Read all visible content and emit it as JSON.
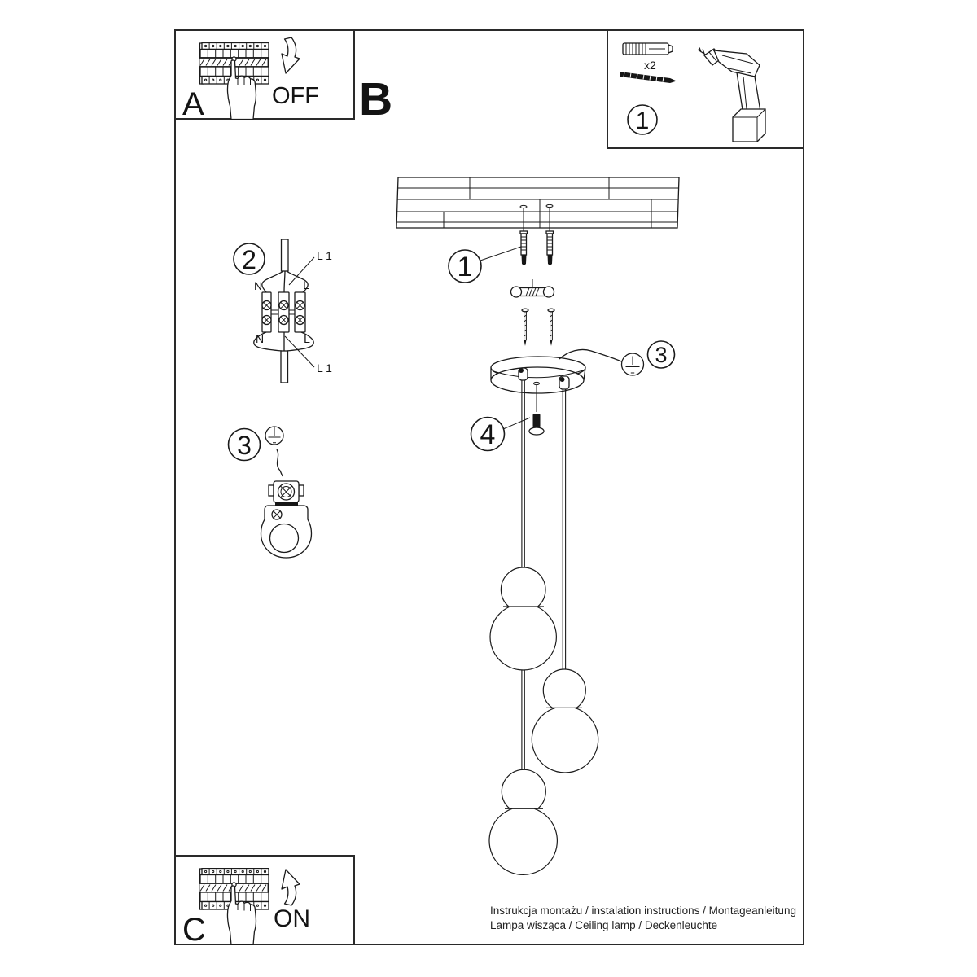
{
  "panel_a": {
    "label": "A",
    "state": "OFF"
  },
  "section_b_label": "B",
  "panel_tools": {
    "step": "1",
    "screw_count": "x2"
  },
  "wiring_step": {
    "step": "2",
    "neutral_top": "N",
    "line_top": "L",
    "neutral_bottom": "N",
    "line_bottom": "L",
    "live_top": "L 1",
    "live_bottom": "L 1"
  },
  "ground_step": {
    "step": "3"
  },
  "assembly": {
    "callout_plugs": "1",
    "callout_ground": "3",
    "callout_screw": "4"
  },
  "panel_c": {
    "label": "C",
    "state": "ON"
  },
  "footer": {
    "line1": "Instrukcja montażu / instalation instructions / Montageanleitung",
    "line2": "Lampa wisząca / Ceiling lamp / Deckenleuchte"
  }
}
